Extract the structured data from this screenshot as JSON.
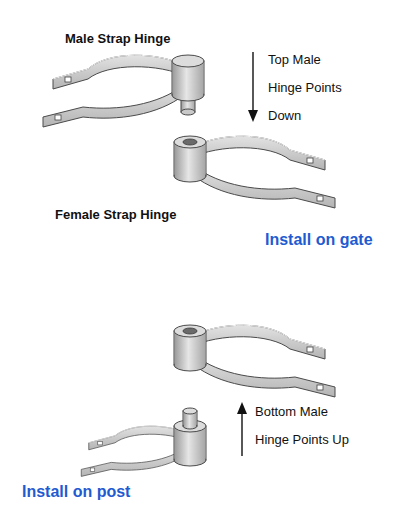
{
  "diagram": {
    "labels": [
      "Male Strap Hinge",
      "Top Male Hinge Points Down",
      "Female Strap Hinge",
      "Install on gate",
      "Install on post",
      "Bottom Male Hinge Points Up"
    ]
  }
}
